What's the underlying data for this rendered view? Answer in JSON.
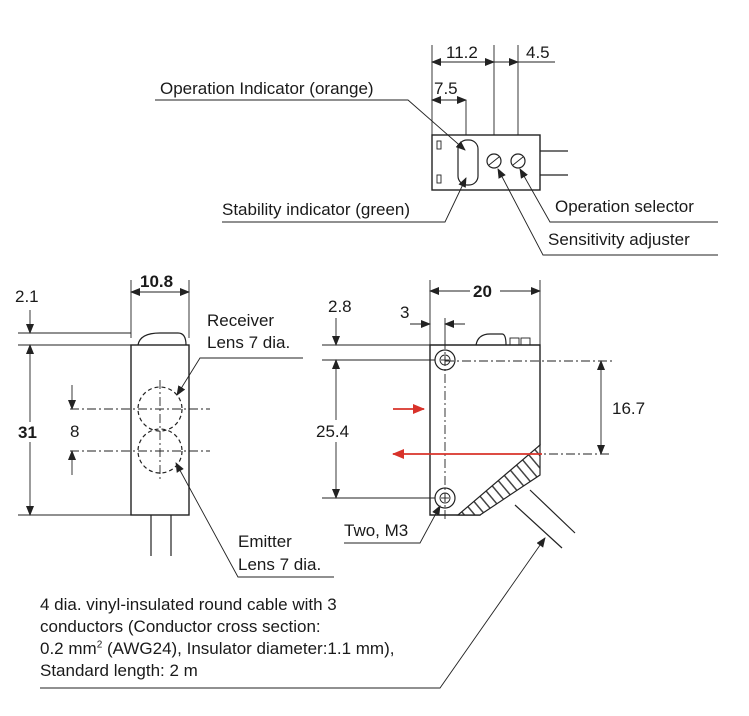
{
  "top_view": {
    "dim_a": "11.2",
    "dim_b": "4.5",
    "dim_c": "7.5",
    "operation_indicator": "Operation Indicator (orange)",
    "stability_indicator": "Stability indicator (green)",
    "operation_selector": "Operation selector",
    "sensitivity_adjuster": "Sensitivity adjuster"
  },
  "side_view": {
    "dim_width": "10.8",
    "dim_top": "2.1",
    "dim_height": "31",
    "dim_lens_pitch": "8",
    "receiver_line1": "Receiver",
    "receiver_line2": "Lens 7 dia.",
    "emitter_line1": "Emitter",
    "emitter_line2": "Lens 7 dia."
  },
  "front_view": {
    "dim_width": "20",
    "dim_top": "2.8",
    "dim_hole_offset": "3",
    "dim_hole_pitch": "25.4",
    "dim_beam": "16.7",
    "mount_holes": "Two, M3"
  },
  "cable_note": {
    "line1": "4 dia. vinyl-insulated round cable with 3",
    "line2": "conductors (Conductor cross section:",
    "line3_pre": "0.2 mm",
    "line3_sup": "2",
    "line3_post": " (AWG24), Insulator diameter:1.1 mm),",
    "line4": "Standard length: 2 m"
  },
  "colors": {
    "arrow": "#d8322a",
    "line": "#222222"
  }
}
